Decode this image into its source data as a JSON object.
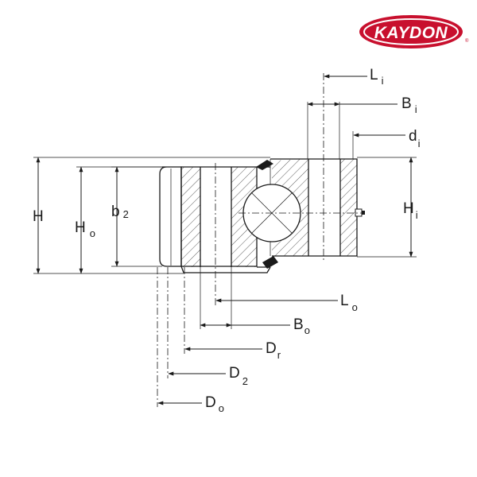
{
  "brand": {
    "name": "KAYDON",
    "mark": "®",
    "color": "#c8102e"
  },
  "dimensions": {
    "H": {
      "main": "H",
      "sub": ""
    },
    "Ho": {
      "main": "H",
      "sub": "o"
    },
    "b2": {
      "main": "b",
      "sub": "2"
    },
    "Hi": {
      "main": "H",
      "sub": "i"
    },
    "Li": {
      "main": "L",
      "sub": "i"
    },
    "Bi": {
      "main": "B",
      "sub": "i"
    },
    "di": {
      "main": "d",
      "sub": "i"
    },
    "Lo": {
      "main": "L",
      "sub": "o"
    },
    "Bo": {
      "main": "B",
      "sub": "o"
    },
    "Dr": {
      "main": "D",
      "sub": "r"
    },
    "D2": {
      "main": "D",
      "sub": "2"
    },
    "Do": {
      "main": "D",
      "sub": "o"
    }
  }
}
